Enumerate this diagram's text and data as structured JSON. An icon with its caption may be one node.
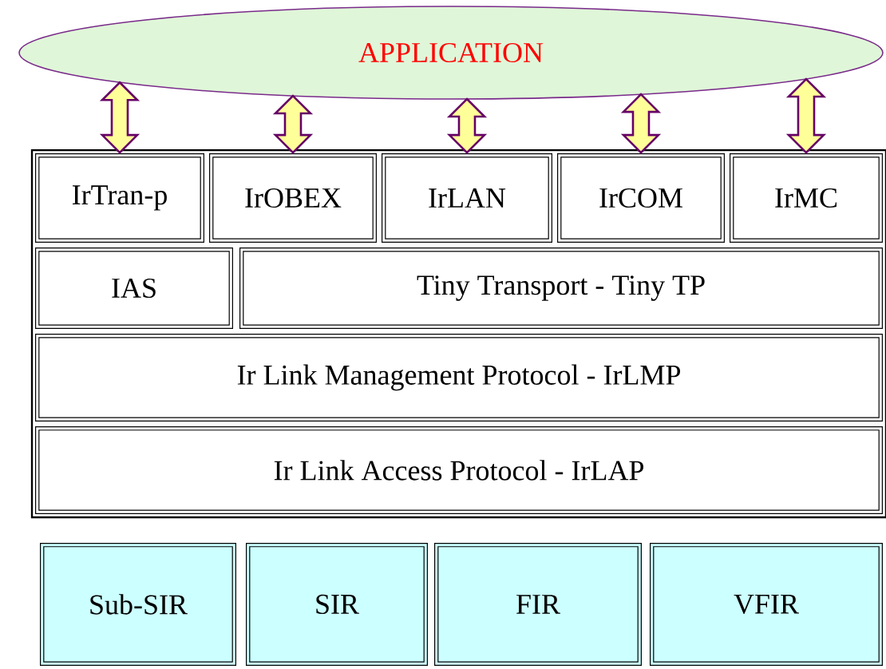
{
  "diagram": {
    "nodes": [
      {
        "text": [
          "APPLICATION"
        ]
      },
      {
        "text": [
          "IrTran-p"
        ]
      },
      {
        "text": [
          "IrOBEX"
        ]
      },
      {
        "text": [
          "IrLAN"
        ]
      },
      {
        "text": [
          "IrCOM"
        ]
      },
      {
        "text": [
          "IrMC"
        ]
      },
      {
        "text": [
          "IAS"
        ]
      },
      {
        "text": [
          "Tiny Transport - Tiny TP"
        ]
      },
      {
        "text": [
          "Ir Link Management Protocol - IrLMP"
        ]
      },
      {
        "text": [
          "Ir Link Access Protocol - IrLAP"
        ]
      },
      {
        "text": [
          "Sub-SIR"
        ]
      },
      {
        "text": [
          "SIR"
        ]
      },
      {
        "text": [
          "FIR"
        ]
      },
      {
        "text": [
          "VFIR"
        ]
      }
    ],
    "edges": [
      {
        "from": 0,
        "to": 1,
        "arrow": "both"
      },
      {
        "from": 0,
        "to": 2,
        "arrow": "both"
      },
      {
        "from": 0,
        "to": 3,
        "arrow": "both"
      },
      {
        "from": 0,
        "to": 4,
        "arrow": "both"
      },
      {
        "from": 0,
        "to": 5,
        "arrow": "both"
      }
    ]
  }
}
